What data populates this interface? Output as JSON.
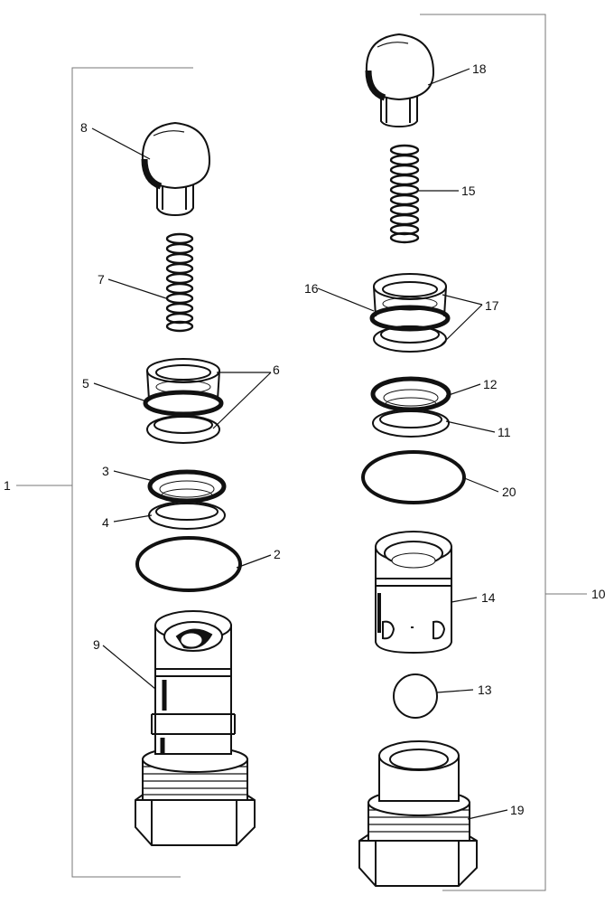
{
  "callouts": {
    "c1": "1",
    "c2": "2",
    "c3": "3",
    "c4": "4",
    "c5": "5",
    "c6": "6",
    "c7": "7",
    "c8": "8",
    "c9": "9",
    "c10": "10",
    "c11": "11",
    "c12": "12",
    "c13": "13",
    "c14": "14",
    "c15": "15",
    "c16": "16",
    "c17": "17",
    "c18": "18",
    "c19": "19",
    "c20": "20"
  },
  "colors": {
    "ink": "#111111",
    "bracket": "#777777",
    "paper": "#ffffff"
  }
}
